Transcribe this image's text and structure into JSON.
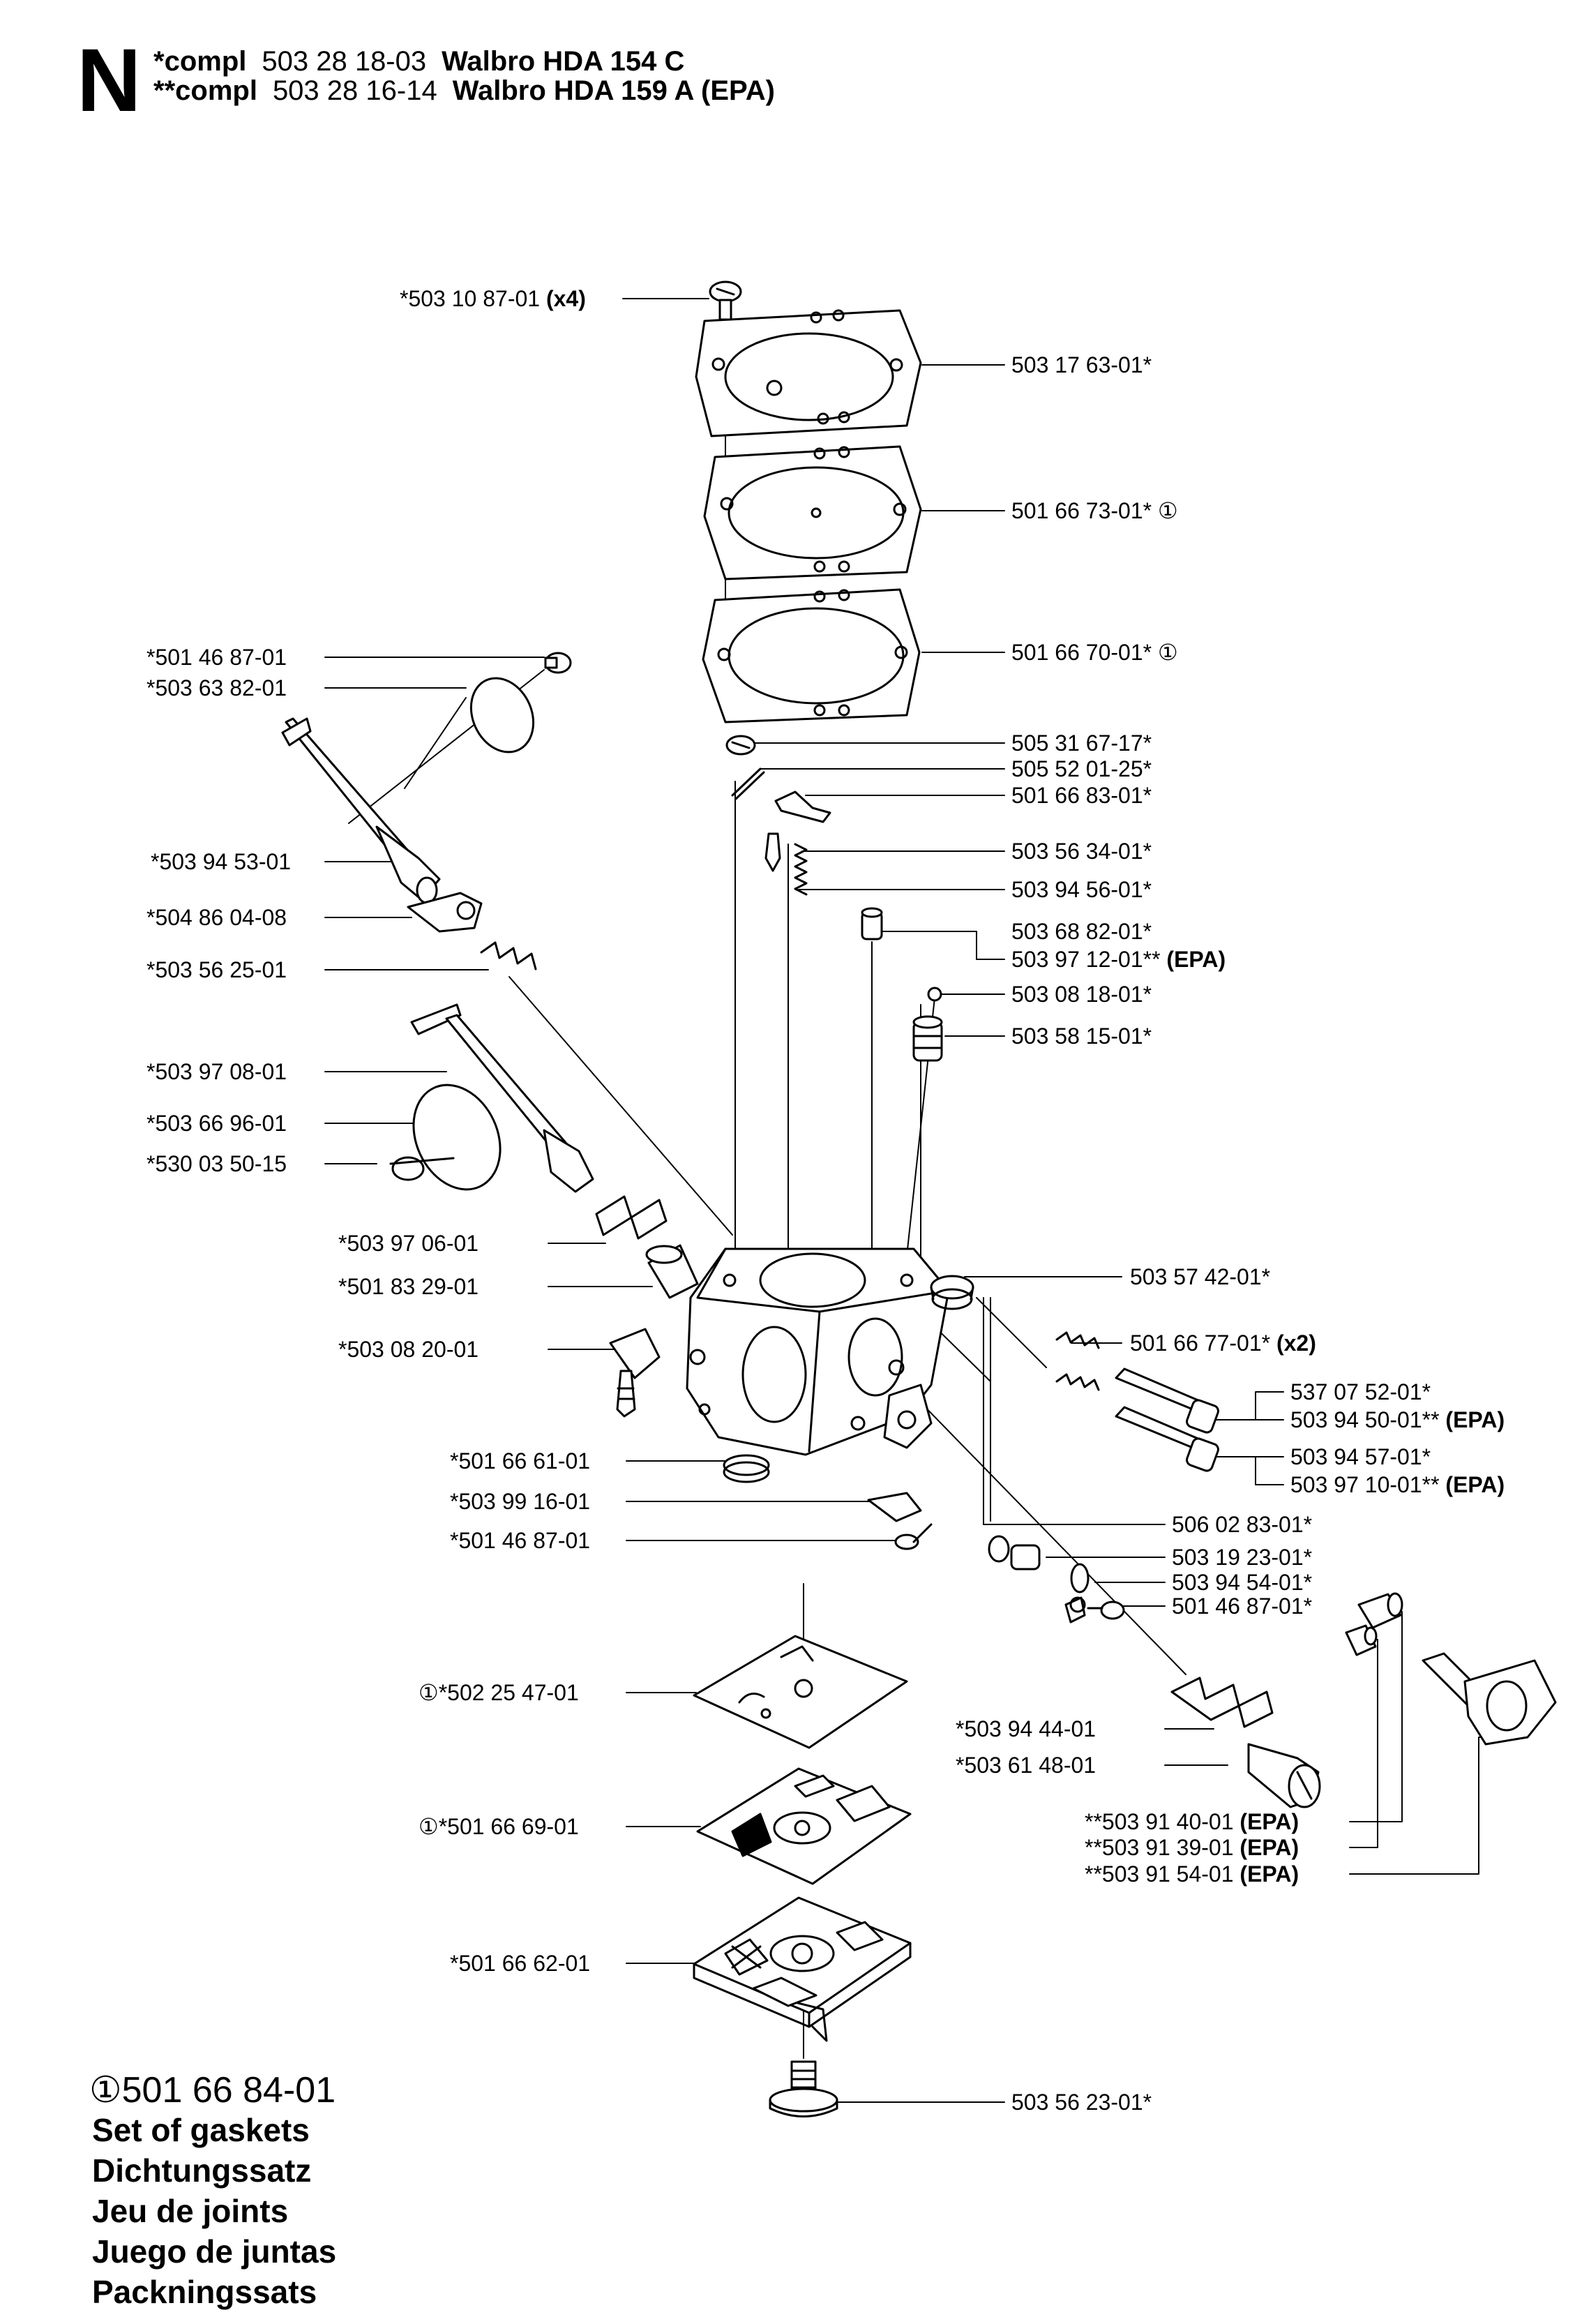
{
  "header": {
    "section_letter": "N",
    "lines": [
      {
        "prefix": "*compl",
        "number": "503 28 18-03",
        "model": "Walbro HDA 154 C"
      },
      {
        "prefix": "**compl",
        "number": "503 28 16-14",
        "model": "Walbro HDA 159 A (EPA)"
      }
    ]
  },
  "callouts_left": [
    {
      "num": "*503 10 87-01",
      "note": "(x4)"
    },
    {
      "num": "*501 46 87-01",
      "note": ""
    },
    {
      "num": "*503 63 82-01",
      "note": ""
    },
    {
      "num": "*503 94 53-01",
      "note": ""
    },
    {
      "num": "*504 86 04-08",
      "note": ""
    },
    {
      "num": "*503 56 25-01",
      "note": ""
    },
    {
      "num": "*503 97 08-01",
      "note": ""
    },
    {
      "num": "*503 66 96-01",
      "note": ""
    },
    {
      "num": "*530 03 50-15",
      "note": ""
    },
    {
      "num": "*503 97 06-01",
      "note": ""
    },
    {
      "num": "*501 83 29-01",
      "note": ""
    },
    {
      "num": "*503 08 20-01",
      "note": ""
    },
    {
      "num": "*501 66 61-01",
      "note": ""
    },
    {
      "num": "*503 99 16-01",
      "note": ""
    },
    {
      "num": "*501 46 87-01",
      "note": ""
    },
    {
      "num": "①*502 25 47-01",
      "note": ""
    },
    {
      "num": "①*501 66 69-01",
      "note": ""
    },
    {
      "num": "*501 66 62-01",
      "note": ""
    }
  ],
  "callouts_right": [
    {
      "num": "503 17 63-01*",
      "note": ""
    },
    {
      "num": "501 66 73-01* ①",
      "note": ""
    },
    {
      "num": "501 66 70-01* ①",
      "note": ""
    },
    {
      "num": "505 31 67-17*",
      "note": ""
    },
    {
      "num": "505 52 01-25*",
      "note": ""
    },
    {
      "num": "501 66 83-01*",
      "note": ""
    },
    {
      "num": "503 56 34-01*",
      "note": ""
    },
    {
      "num": "503 94 56-01*",
      "note": ""
    },
    {
      "num": "503 68 82-01*",
      "note": ""
    },
    {
      "num": "503 97 12-01**",
      "note": "(EPA)"
    },
    {
      "num": "503 08 18-01*",
      "note": ""
    },
    {
      "num": "503 58 15-01*",
      "note": ""
    },
    {
      "num": "503 57 42-01*",
      "note": ""
    },
    {
      "num": "501 66 77-01*",
      "note": "(x2)"
    },
    {
      "num": "537 07 52-01*",
      "note": ""
    },
    {
      "num": "503 94 50-01**",
      "note": "(EPA)"
    },
    {
      "num": "503 94 57-01*",
      "note": ""
    },
    {
      "num": "503 97 10-01**",
      "note": "(EPA)"
    },
    {
      "num": "506 02 83-01*",
      "note": ""
    },
    {
      "num": "503 19 23-01*",
      "note": ""
    },
    {
      "num": "503 94 54-01*",
      "note": ""
    },
    {
      "num": "501 46 87-01*",
      "note": ""
    },
    {
      "num": "*503 94 44-01",
      "note": ""
    },
    {
      "num": "*503 61 48-01",
      "note": ""
    },
    {
      "num": "**503 91 40-01",
      "note": "(EPA)"
    },
    {
      "num": "**503 91 39-01",
      "note": "(EPA)"
    },
    {
      "num": "**503 91 54-01",
      "note": "(EPA)"
    },
    {
      "num": "503 56 23-01*",
      "note": ""
    }
  ],
  "legend": {
    "kit_number": "①501 66 84-01",
    "titles": [
      "Set of gaskets",
      "Dichtungssatz",
      "Jeu de joints",
      "Juego de juntas",
      "Packningssats"
    ]
  }
}
